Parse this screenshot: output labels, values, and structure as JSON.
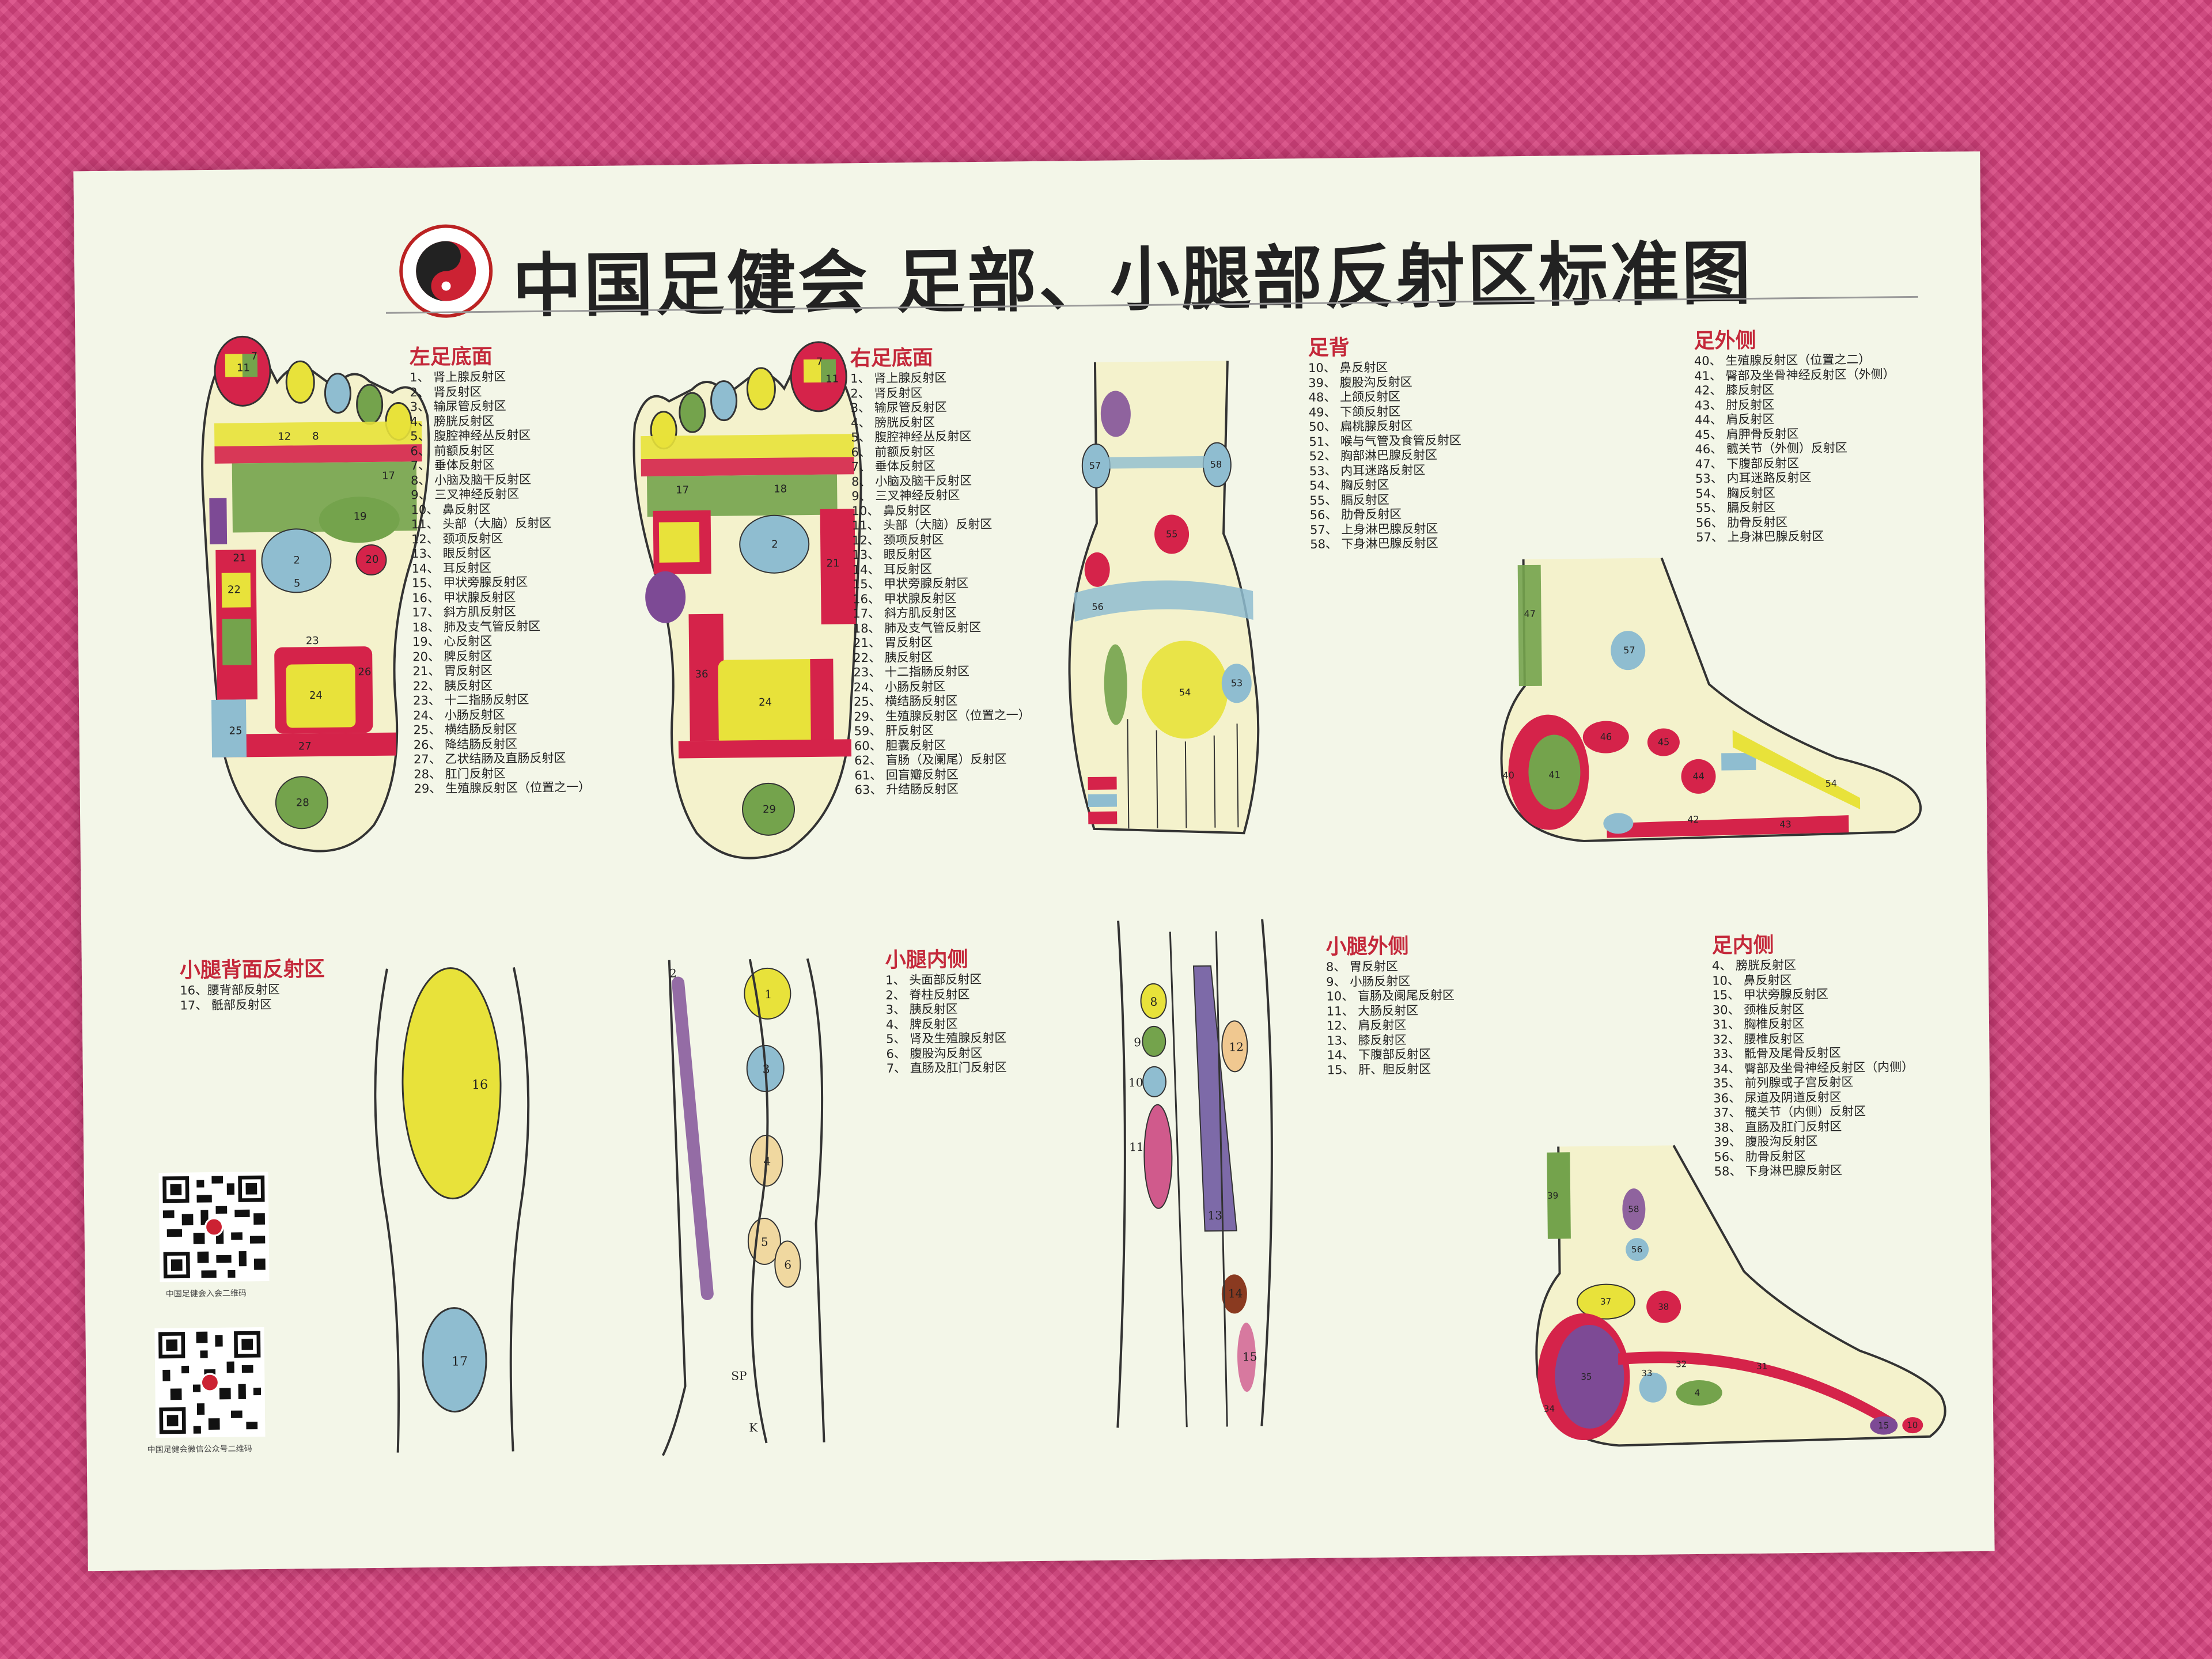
{
  "title": "中国足健会 足部、小腿部反射区标准图",
  "colors": {
    "red": "#d5234a",
    "green": "#74a34c",
    "yellow": "#e8e23a",
    "blue": "#8fbdd0",
    "purple": "#7d4a95",
    "pink": "#d05a8c",
    "line": "#333333",
    "bone": "#f3f2c8"
  },
  "sections": {
    "left_sole": {
      "title": "左足底面",
      "items": [
        "1、 肾上腺反射区",
        "2、 肾反射区",
        "3、 输尿管反射区",
        "4、 膀胱反射区",
        "5、 腹腔神经丛反射区",
        "6、 前额反射区",
        "7、 垂体反射区",
        "8、 小脑及脑干反射区",
        "9、 三叉神经反射区",
        "10、 鼻反射区",
        "11、 头部（大脑）反射区",
        "12、 颈项反射区",
        "13、 眼反射区",
        "14、 耳反射区",
        "15、 甲状旁腺反射区",
        "16、 甲状腺反射区",
        "17、 斜方肌反射区",
        "18、 肺及支气管反射区",
        "19、 心反射区",
        "20、 脾反射区",
        "21、 胃反射区",
        "22、 胰反射区",
        "23、 十二指肠反射区",
        "24、 小肠反射区",
        "25、 横结肠反射区",
        "26、 降结肠反射区",
        "27、 乙状结肠及直肠反射区",
        "28、 肛门反射区",
        "29、 生殖腺反射区（位置之一）"
      ],
      "zone_labels": [
        "11",
        "7",
        "12",
        "8",
        "17",
        "19",
        "21",
        "20",
        "22",
        "2",
        "5",
        "23",
        "26",
        "24",
        "25",
        "27",
        "28"
      ]
    },
    "right_sole": {
      "title": "右足底面",
      "items": [
        "1、 肾上腺反射区",
        "2、 肾反射区",
        "3、 输尿管反射区",
        "4、 膀胱反射区",
        "5、 腹腔神经丛反射区",
        "6、 前额反射区",
        "7、 垂体反射区",
        "8、 小脑及脑干反射区",
        "9、 三叉神经反射区",
        "10、 鼻反射区",
        "11、 头部（大脑）反射区",
        "12、 颈项反射区",
        "13、 眼反射区",
        "14、 耳反射区",
        "15、 甲状旁腺反射区",
        "16、 甲状腺反射区",
        "17、 斜方肌反射区",
        "18、 肺及支气管反射区",
        "21、 胃反射区",
        "22、 胰反射区",
        "23、 十二指肠反射区",
        "24、 小肠反射区",
        "25、 横结肠反射区",
        "29、 生殖腺反射区（位置之一）",
        "59、 肝反射区",
        "60、 胆囊反射区",
        "62、 盲肠（及阑尾）反射区",
        "61、 回盲瓣反射区",
        "63、 升结肠反射区"
      ],
      "zone_labels": [
        "7",
        "11",
        "17",
        "18",
        "21",
        "2",
        "36",
        "24",
        "29"
      ]
    },
    "instep": {
      "title": "足背",
      "items": [
        "10、 鼻反射区",
        "39、 腹股沟反射区",
        "48、 上颌反射区",
        "49、 下颌反射区",
        "50、 扁桃腺反射区",
        "51、 喉与气管及食管反射区",
        "52、 胸部淋巴腺反射区",
        "53、 内耳迷路反射区",
        "54、 胸反射区",
        "55、 膈反射区",
        "56、 肋骨反射区",
        "57、 上身淋巴腺反射区",
        "58、 下身淋巴腺反射区"
      ],
      "zone_labels": [
        "57",
        "58",
        "56",
        "55",
        "54",
        "53"
      ]
    },
    "outer_foot": {
      "title": "足外侧",
      "items": [
        "40、 生殖腺反射区（位置之二）",
        "41、 臀部及坐骨神经反射区（外侧）",
        "42、 膝反射区",
        "43、 肘反射区",
        "44、 肩反射区",
        "45、 肩胛骨反射区",
        "46、 髋关节（外侧）反射区",
        "47、 下腹部反射区",
        "53、 内耳迷路反射区",
        "54、 胸反射区",
        "55、 膈反射区",
        "56、 肋骨反射区",
        "57、 上身淋巴腺反射区"
      ],
      "zone_labels": [
        "40",
        "41",
        "42",
        "47",
        "57",
        "46",
        "45",
        "44",
        "43",
        "54"
      ]
    },
    "calf_back": {
      "title": "小腿背面反射区",
      "items": [
        "16、腰背部反射区",
        "17、 骶部反射区"
      ],
      "zone_labels": [
        "16",
        "17"
      ]
    },
    "calf_inner": {
      "title": "小腿内侧",
      "items": [
        "1、 头面部反射区",
        "2、 脊柱反射区",
        "3、 胰反射区",
        "4、 脾反射区",
        "5、 肾及生殖腺反射区",
        "6、 腹股沟反射区",
        "7、 直肠及肛门反射区"
      ],
      "zone_labels": [
        "1",
        "2",
        "3",
        "4",
        "5",
        "6",
        "SP",
        "K"
      ]
    },
    "calf_outer": {
      "title": "小腿外侧",
      "items": [
        "8、 胃反射区",
        "9、 小肠反射区",
        "10、 盲肠及阑尾反射区",
        "11、 大肠反射区",
        "12、 肩反射区",
        "13、 膝反射区",
        "14、 下腹部反射区",
        "15、 肝、胆反射区"
      ],
      "zone_labels": [
        "8",
        "9",
        "10",
        "11",
        "12",
        "13",
        "14",
        "15"
      ]
    },
    "inner_foot": {
      "title": "足内侧",
      "items": [
        "4、 膀胱反射区",
        "10、 鼻反射区",
        "15、 甲状旁腺反射区",
        "30、 颈椎反射区",
        "31、 胸椎反射区",
        "32、 腰椎反射区",
        "33、 骶骨及尾骨反射区",
        "34、 臀部及坐骨神经反射区（内侧）",
        "35、 前列腺或子宫反射区",
        "36、 尿道及阴道反射区",
        "37、 髋关节（内侧）反射区",
        "38、 直肠及肛门反射区",
        "39、 腹股沟反射区",
        "56、 肋骨反射区",
        "58、 下身淋巴腺反射区"
      ],
      "zone_labels": [
        "39",
        "58",
        "56",
        "37",
        "38",
        "35",
        "34",
        "33",
        "32",
        "31",
        "4",
        "15",
        "10"
      ]
    }
  },
  "qr_codes": [
    {
      "caption": "中国足健会入会二维码"
    },
    {
      "caption": "中国足健会微信公众号二维码"
    }
  ]
}
